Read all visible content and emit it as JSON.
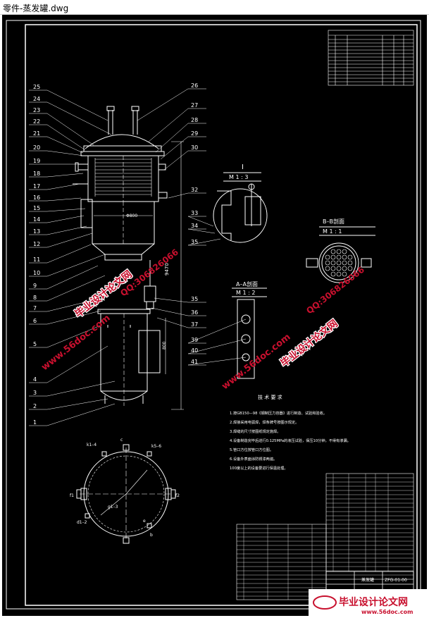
{
  "window": {
    "title": "零件-蒸发罐.dwg"
  },
  "drawing": {
    "detail_I_title": "I",
    "detail_I_scale": "M 1 : 3",
    "section_BB_title": "B–B剖面",
    "section_BB_scale": "M 1 : 1",
    "section_AA_title": "A–A剖面",
    "section_AA_scale": "M 1 : 2",
    "dim_height": "9470",
    "dim_diam": "Φ800",
    "dim_small": "800",
    "tech_req_title": "技 术 要 求",
    "tech_req_lines": [
      "1.按GB150—98《钢制压力容器》进行制造、试验和验收。",
      "2.焊接采用电弧焊，焊条牌号按图示规定。",
      "3.焊缝的尺寸按图纸规定施焊。",
      "4.设备制造完毕后进行0.125MPa的液压试验，保压10分钟，不得有渗漏。",
      "5.管口方位按管口方位图。",
      "6.设备外表面涂防锈漆两遍。",
      "100度以上的设备要进行保温处理。"
    ],
    "left_callouts": [
      "25",
      "24",
      "23",
      "22",
      "21",
      "20",
      "19",
      "18",
      "17",
      "16",
      "15",
      "14",
      "13",
      "12",
      "11",
      "10",
      "9",
      "8",
      "7",
      "6",
      "5",
      "4",
      "3",
      "2",
      "1"
    ],
    "right_callouts": [
      "26",
      "27",
      "28",
      "29",
      "30",
      "32",
      "33",
      "34",
      "35",
      "35",
      "36",
      "37",
      "39",
      "40",
      "41"
    ],
    "nozzle_labels": [
      "k1–4",
      "k5–6",
      "c",
      "f1",
      "f2",
      "d1–2",
      "g1–3",
      "b",
      "e"
    ],
    "drawing_number": "ZFG-01-00",
    "titleblock_caption": "蒸发罐"
  },
  "watermark": {
    "site": "www.56doc.com",
    "qq": "QQ:306826066",
    "label": "毕业设计论文网",
    "footer_label": "毕业设计论文网",
    "footer_site": "www.56doc.com"
  },
  "colors": {
    "canvas": "#000000",
    "lines": "#ffffff",
    "watermark_red": "#c8102e"
  }
}
